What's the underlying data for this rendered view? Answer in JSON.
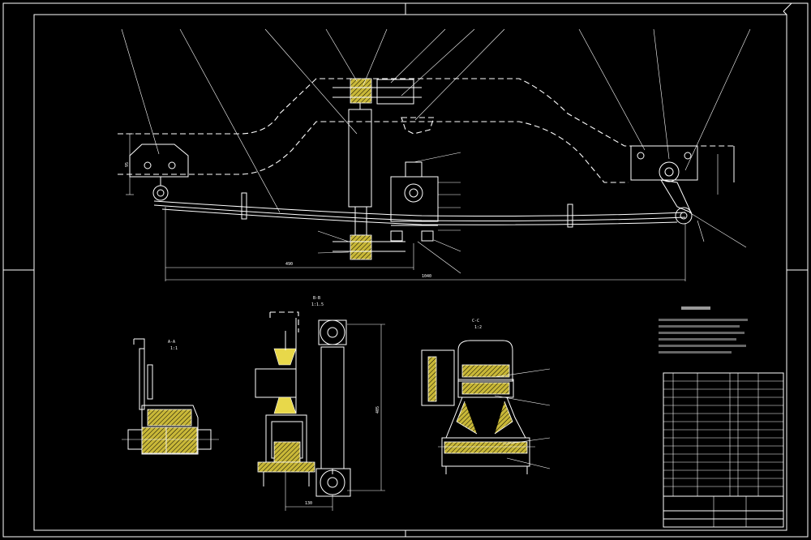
{
  "drawing": {
    "section_a_label": "A-A",
    "section_a_scale": "1:1",
    "section_b_label": "B-B",
    "section_b_scale": "1:1.5",
    "section_c_label": "C-C",
    "section_c_scale": "1:2",
    "dim_overall": "1040",
    "dim_main": "490",
    "dim_height": "95",
    "dim_absorber": "405",
    "dim_base": "130"
  },
  "colors": {
    "line": "#ffffff",
    "hatch": "#e8d84a",
    "background": "#000000"
  }
}
